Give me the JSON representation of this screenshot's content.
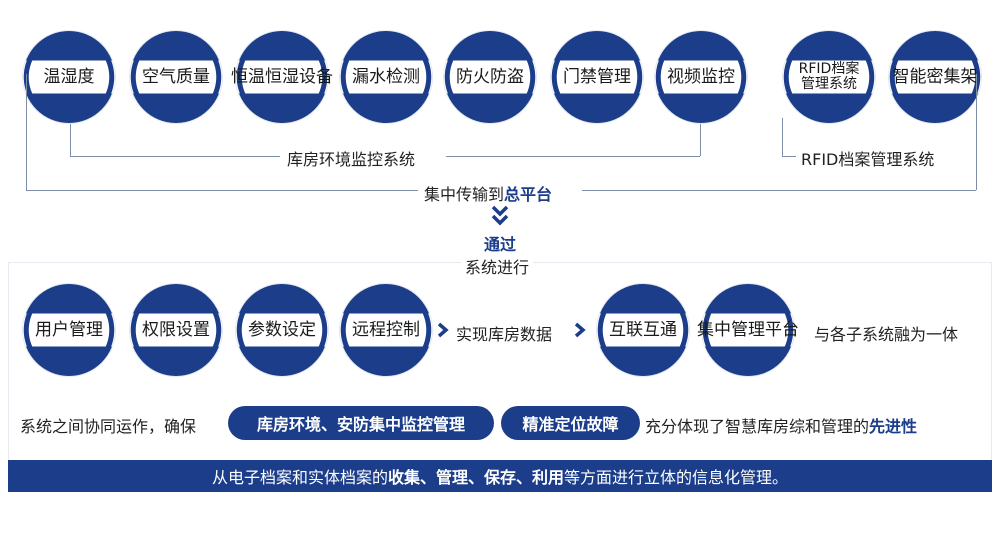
{
  "monitor_items": [
    "温湿度",
    "空气质量",
    "恒温恒湿设备",
    "漏水检测",
    "防火防盗",
    "门禁管理",
    "视频监控"
  ],
  "rfid_items": [
    "RFID档案\n管理系统",
    "智能密集架"
  ],
  "labels": {
    "monitor_system": "库房环境监控系统",
    "rfid_system": "RFID档案管理系统",
    "transfer_prefix": "集中传输到",
    "transfer_target": "总平台",
    "through": "通过",
    "system_run": "系统进行",
    "realize": "实现库房数据",
    "merge": "与各子系统融为一体"
  },
  "platform_items_a": [
    "用户管理",
    "权限设置",
    "参数设定",
    "远程控制"
  ],
  "platform_items_b": [
    "互联互通",
    "集中管理平台"
  ],
  "summary": {
    "prefix": "系统之间协同运作，确保",
    "pill1": "库房环境、安防集中监控管理",
    "pill2": "精准定位故障",
    "suffix": "充分体现了智慧库房综和管理的",
    "highlight": "先进性"
  },
  "band": {
    "prefix": "从电子档案和实体档案的",
    "bold": "收集、管理、保存、利用",
    "suffix": "等方面进行立体的信息化管理。"
  },
  "colors": {
    "primary": "#1b3d8a",
    "line": "#7f8ea8"
  }
}
